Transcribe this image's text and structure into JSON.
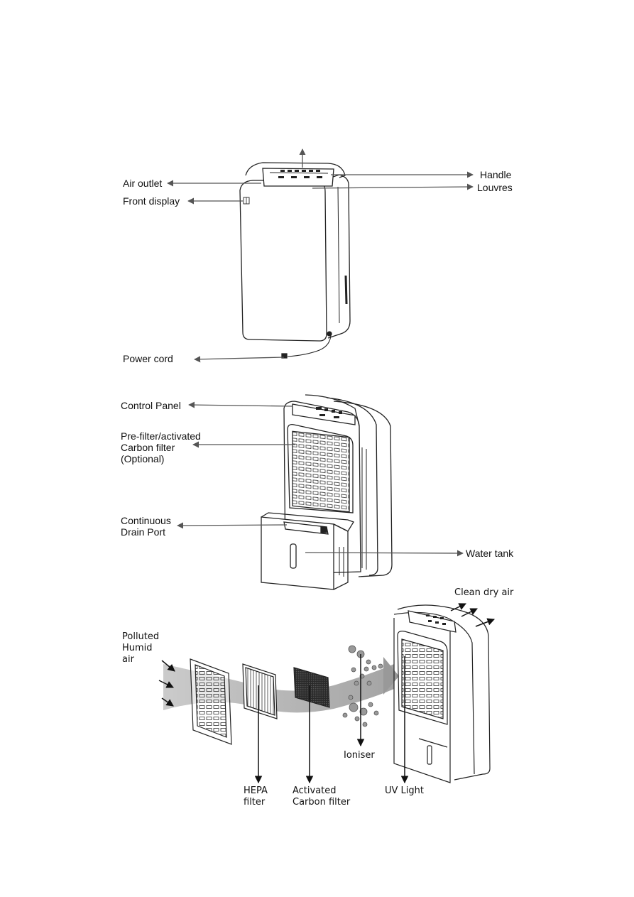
{
  "section1": {
    "labels": {
      "air_outlet": "Air outlet",
      "front_display": "Front display",
      "handle": "Handle",
      "louvres": "Louvres",
      "power_cord": "Power cord"
    }
  },
  "section2": {
    "labels": {
      "control_panel": "Control Panel",
      "filter_line1": "Pre-filter/activated",
      "filter_line2": "Carbon filter",
      "filter_line3": "(Optional)",
      "drain_line1": "Continuous",
      "drain_line2": "Drain Port",
      "water_tank": "Water tank"
    }
  },
  "section3": {
    "labels": {
      "clean_dry_air": "Clean dry air",
      "polluted_line1": "Polluted",
      "polluted_line2": "Humid",
      "polluted_line3": "air",
      "hepa_line1": "HEPA",
      "hepa_line2": "filter",
      "activated_line1": "Activated",
      "activated_line2": "Carbon filter",
      "ioniser": "Ioniser",
      "uv_light": "UV Light"
    }
  },
  "colors": {
    "line": "#222222",
    "arrow": "#555555",
    "airflow": "#9a9a9a"
  }
}
